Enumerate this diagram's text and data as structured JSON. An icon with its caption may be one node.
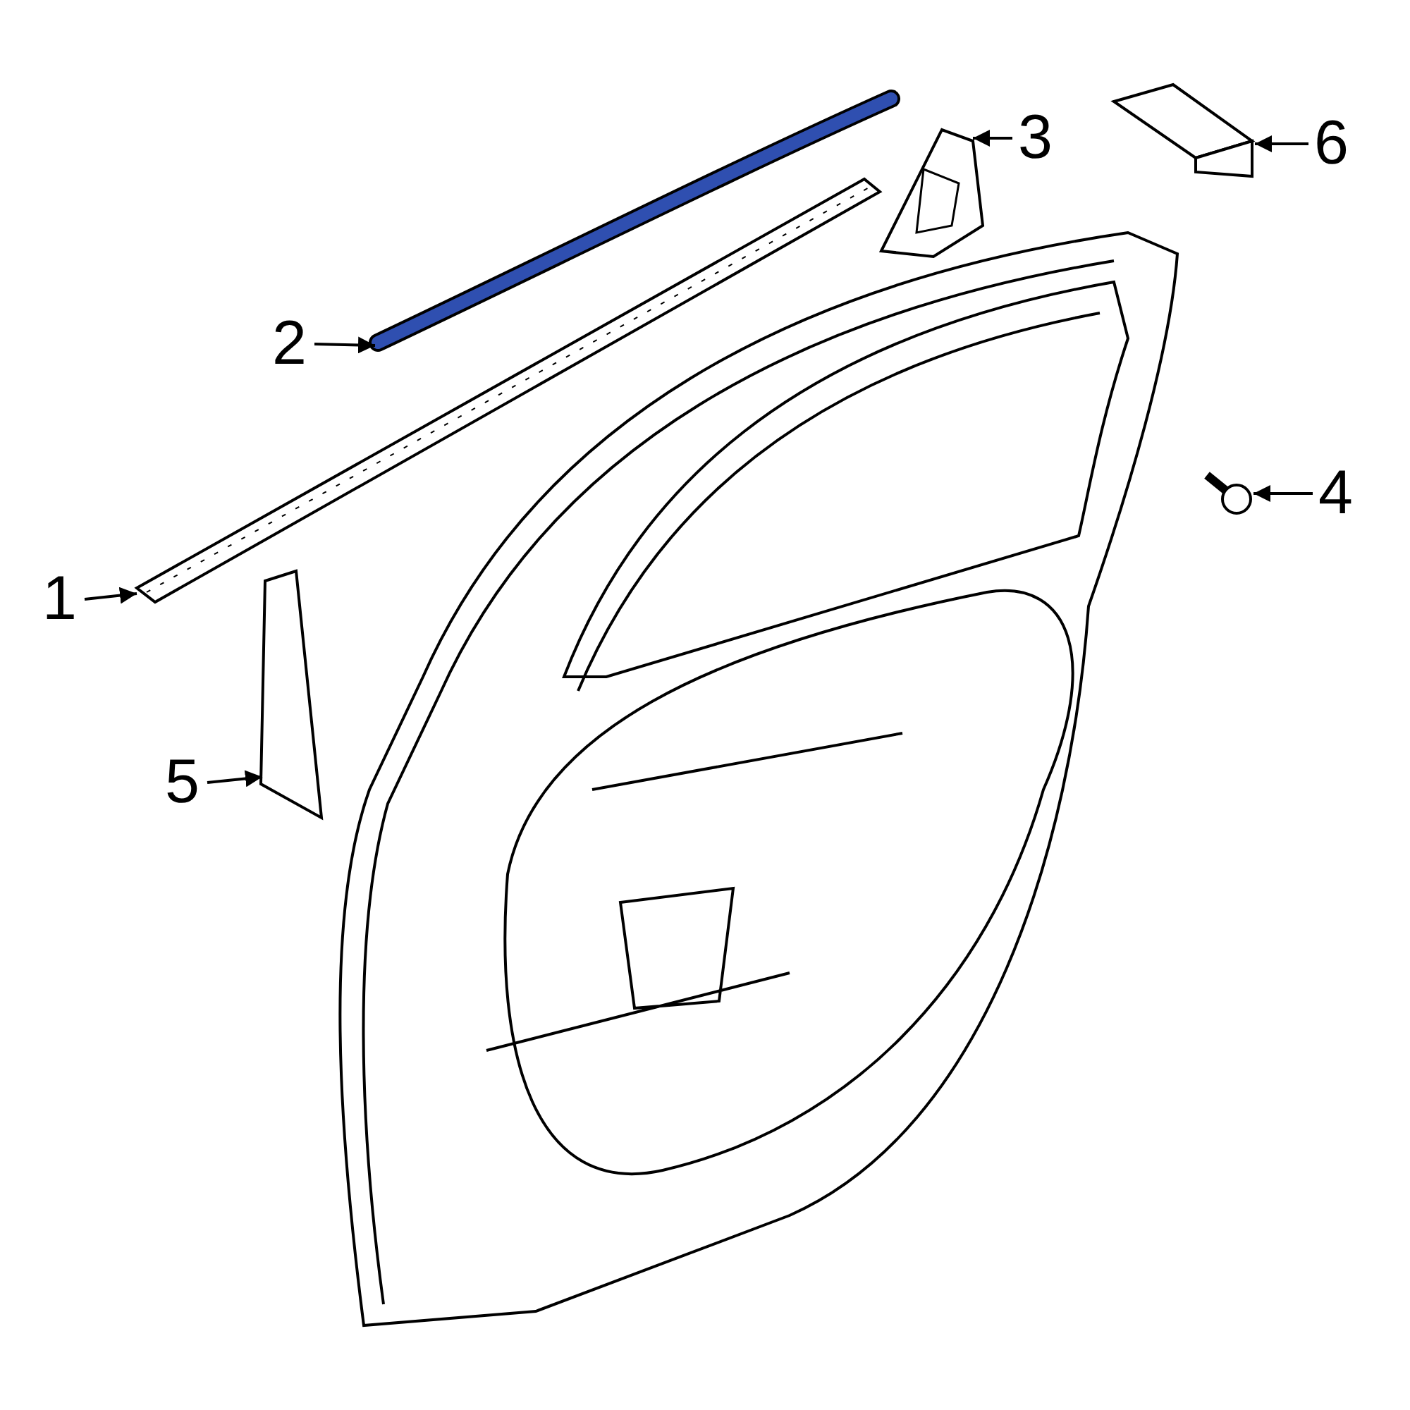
{
  "diagram": {
    "nodes": [
      {
        "text": [
          "3"
        ]
      },
      {
        "text": [
          "6"
        ]
      },
      {
        "text": [
          "2"
        ]
      },
      {
        "text": [
          "4"
        ]
      },
      {
        "text": [
          "1"
        ]
      },
      {
        "text": [
          "5"
        ]
      },
      {
        "text": [],
        "shape": "picture"
      },
      {
        "text": [],
        "shape": "picture"
      },
      {
        "text": [],
        "shape": "picture"
      },
      {
        "text": [],
        "shape": "picture"
      },
      {
        "text": [],
        "shape": "picture"
      },
      {
        "text": [],
        "shape": "picture"
      }
    ],
    "edges": [
      {
        "from": 0,
        "to": 7,
        "arrow": "to"
      },
      {
        "from": 1,
        "to": 8,
        "arrow": "to"
      },
      {
        "from": 2,
        "to": 6,
        "arrow": "to"
      },
      {
        "from": 3,
        "to": 10,
        "arrow": "to"
      },
      {
        "from": 4,
        "to": 9,
        "arrow": "to"
      },
      {
        "from": 5,
        "to": 11,
        "arrow": "to"
      }
    ]
  }
}
